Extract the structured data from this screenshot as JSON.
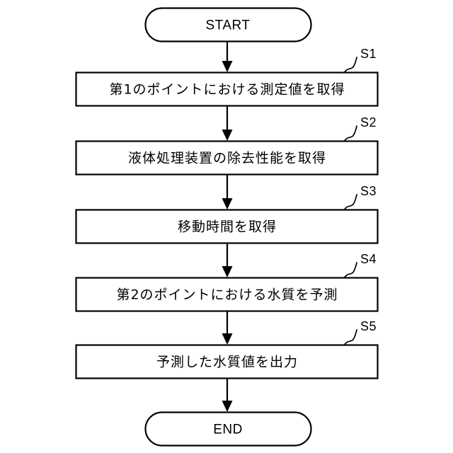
{
  "diagram": {
    "type": "flowchart",
    "orientation": "vertical",
    "background_color": "#ffffff",
    "line_color": "#000000",
    "shape_fill": "#ffffff"
  },
  "start_node": {
    "label": "START",
    "shape": "stadium"
  },
  "end_node": {
    "label": "END",
    "shape": "stadium"
  },
  "steps": [
    {
      "tag": "S1",
      "label": "第1のポイントにおける測定値を取得",
      "shape": "rectangle"
    },
    {
      "tag": "S2",
      "label": "液体処理装置の除去性能を取得",
      "shape": "rectangle"
    },
    {
      "tag": "S3",
      "label": "移動時間を取得",
      "shape": "rectangle"
    },
    {
      "tag": "S4",
      "label": "第2のポイントにおける水質を予測",
      "shape": "rectangle"
    },
    {
      "tag": "S5",
      "label": "予測した水質値を出力",
      "shape": "rectangle"
    }
  ],
  "connectors": [
    {
      "from": "START",
      "to": "S1",
      "arrow": "down"
    },
    {
      "from": "S1",
      "to": "S2",
      "arrow": "down"
    },
    {
      "from": "S2",
      "to": "S3",
      "arrow": "down"
    },
    {
      "from": "S3",
      "to": "S4",
      "arrow": "down"
    },
    {
      "from": "S4",
      "to": "S5",
      "arrow": "down"
    },
    {
      "from": "S5",
      "to": "END",
      "arrow": "down"
    }
  ]
}
